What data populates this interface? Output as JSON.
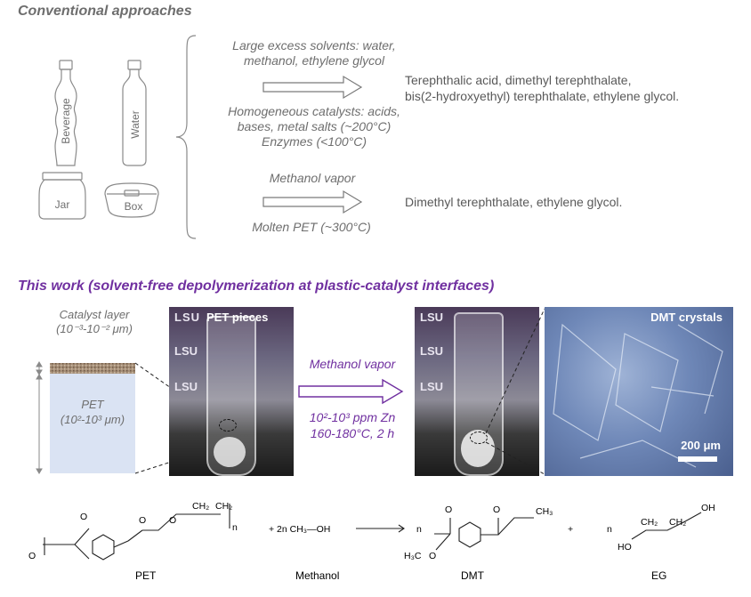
{
  "conventional": {
    "title": "Conventional approaches",
    "containers": {
      "beverage": "Beverage",
      "water": "Water",
      "jar": "Jar",
      "box": "Box"
    },
    "route1": {
      "line1": "Large excess solvents: water,",
      "line2": "methanol, ethylene glycol",
      "line3": "Homogeneous catalysts: acids,",
      "line4": "bases, metal salts (~200°C)",
      "line5": "Enzymes (<100°C)",
      "product1": "Terephthalic acid, dimethyl terephthalate,",
      "product2": "bis(2-hydroxyethyl) terephthalate, ethylene glycol."
    },
    "route2": {
      "top": "Methanol vapor",
      "bottom": "Molten PET (~300°C)",
      "product": "Dimethyl terephthalate, ethylene glycol."
    }
  },
  "this_work": {
    "title": "This work (solvent-free depolymerization at plastic-catalyst interfaces)",
    "catalyst_label1": "Catalyst layer",
    "catalyst_label2": "(10⁻³-10⁻² μm)",
    "pet_label1": "PET",
    "pet_label2": "(10²-10³ μm)",
    "photo1_label": "PET pieces",
    "photo3_label": "DMT crystals",
    "scale_bar": "200 μm",
    "arrow_top": "Methanol vapor",
    "arrow_bottom1": "10²-10³ ppm Zn",
    "arrow_bottom2": "160-180°C, 2 h",
    "bg_logo": "LSU"
  },
  "reaction": {
    "pet": "PET",
    "methanol": "Methanol",
    "dmt": "DMT",
    "eg": "EG",
    "plus_methanol": "+ 2n CH₃—OH",
    "plus": "+",
    "n": "n",
    "sub_n": "n",
    "ch2": "CH₂",
    "ch3": "CH₃",
    "h3c": "H₃C",
    "o": "O",
    "oh": "OH",
    "ho": "HO"
  }
}
